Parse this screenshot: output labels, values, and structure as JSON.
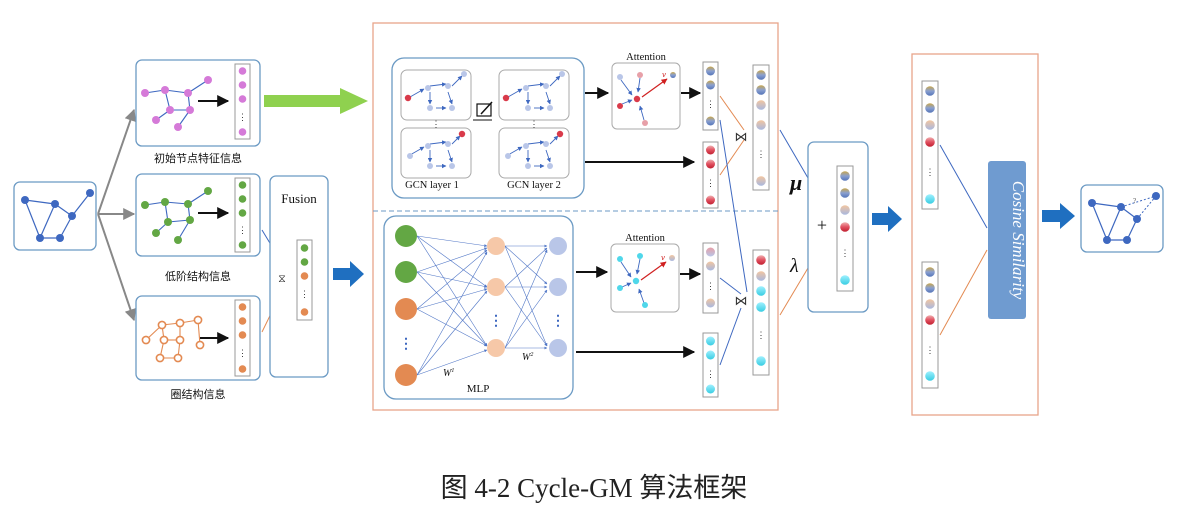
{
  "labels": {
    "initial_features": "初始节点特征信息",
    "low_order": "低阶结构信息",
    "ring": "圈结构信息",
    "fusion": "Fusion",
    "gcn_layer1": "GCN layer 1",
    "gcn_layer2": "GCN layer 2",
    "attention_top": "Attention",
    "attention_bottom": "Attention",
    "mlp": "MLP",
    "w1": "W",
    "w1_sup": "1",
    "w2": "W",
    "w2_sup": "2",
    "mu": "μ",
    "lambda": "λ",
    "plus": "+",
    "cosine": "Cosine Similarity",
    "caption": "图 4-2 Cycle-GM 算法框架",
    "vdots": "⋮",
    "join": "⋈"
  },
  "colors": {
    "panel_border": "#6b9ac4",
    "orange_border": "#e8a58a",
    "purple": "#d57ad8",
    "green": "#63a744",
    "orange": "#e38a52",
    "blue_node": "#3e68c0",
    "peach": "#f6c8a8",
    "lavender": "#b9c6e8",
    "cyan": "#4fd7ea",
    "red": "#d93a4a",
    "green_arrow": "#8fd14f",
    "blue_arrow": "#1f6fc0",
    "cosine_box": "#6f9bd0"
  },
  "icons": {
    "gcn_step": "pen-on-paper-icon"
  }
}
